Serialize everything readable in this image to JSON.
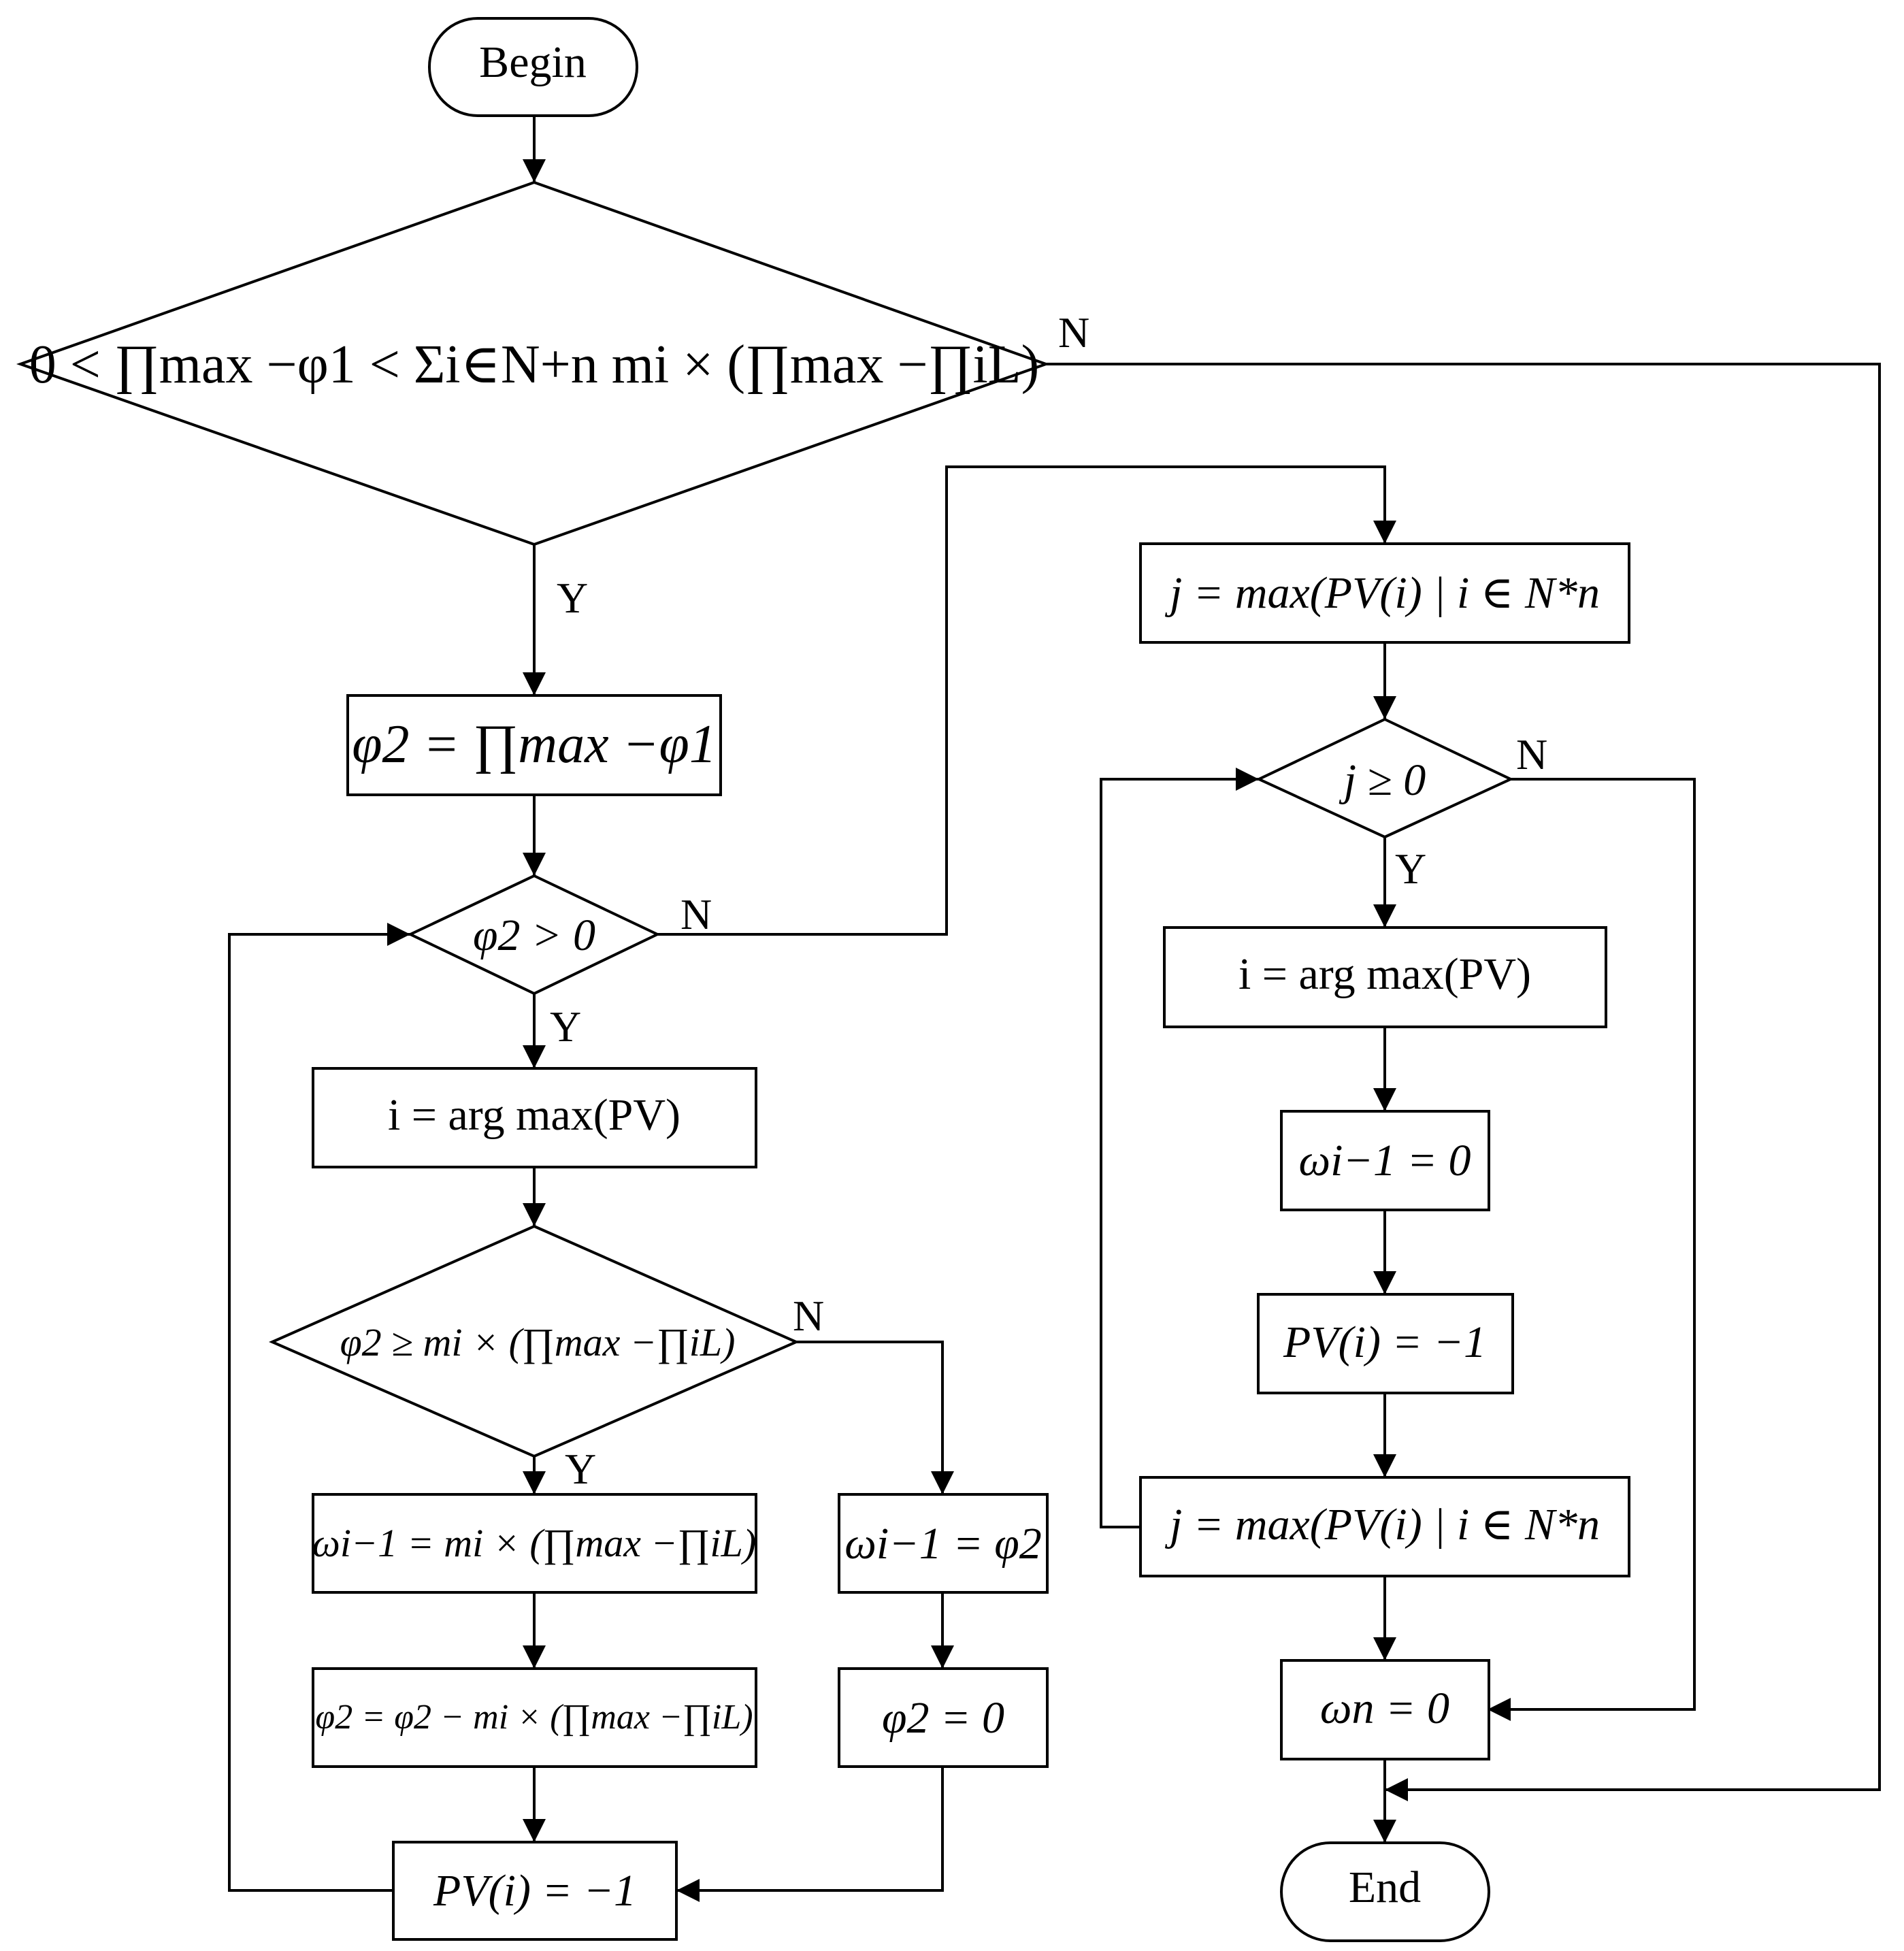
{
  "diagram": {
    "nodes": {
      "begin": "Begin",
      "cond_main": "0 < ∏max −φ1 < Σi∈N+n mi × (∏max −∏iL)",
      "phi2_init": "φ2 = ∏max −φ1",
      "cond_phi2": "φ2 > 0",
      "i_argmax_left": "i = arg max(PV)",
      "cond_phi2_ge": "φ2 ≥ mi × (∏max −∏iL)",
      "omega_assign_y": "ωi−1 = mi × (∏max −∏iL)",
      "phi2_update": "φ2 = φ2 − mi × (∏max −∏iL)",
      "omega_assign_n": "ωi−1 = φ2",
      "phi2_zero": "φ2 = 0",
      "pv_left": "PV(i) = −1",
      "j_init": "j = max(PV(i) | i ∈ N*n",
      "cond_j": "j ≥ 0",
      "i_argmax_right": "i = arg max(PV)",
      "omega_zero": "ωi−1 = 0",
      "pv_right": "PV(i) = −1",
      "j_update": "j = max(PV(i) | i ∈ N*n",
      "omega_n": "ωn = 0",
      "end": "End"
    },
    "branch_labels": {
      "yes": "Y",
      "no": "N"
    }
  }
}
